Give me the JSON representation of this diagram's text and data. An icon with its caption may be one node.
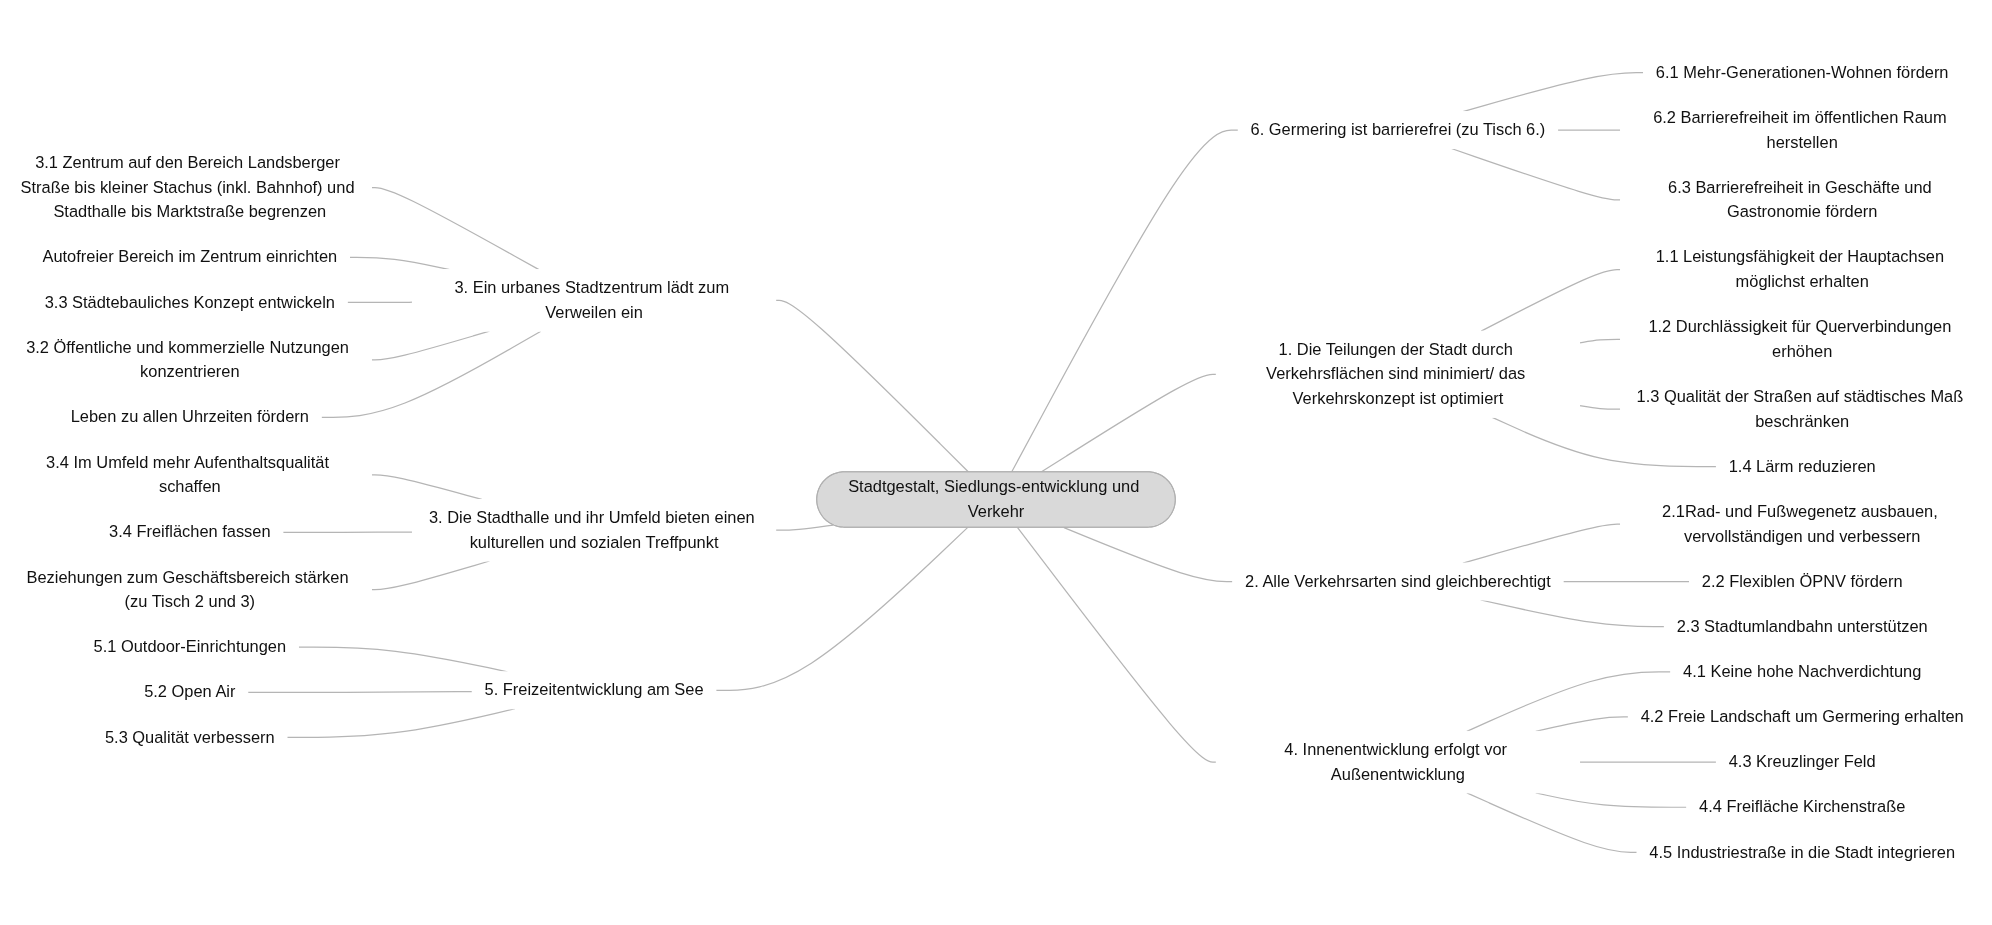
{
  "diagram": {
    "nodes": [
      {
        "text": [
          "Stadtgestalt, Siedlungs-entwicklung und Verkehr"
        ]
      },
      {
        "text": [
          "3. Ein urbanes Stadtzentrum lädt zum Verweilen ein"
        ]
      },
      {
        "text": [
          "3.1 Zentrum auf den Bereich Landsberger Straße bis kleiner Stachus (inkl. Bahnhof) und Stadthalle bis Marktstraße begrenzen"
        ]
      },
      {
        "text": [
          "Autofreier Bereich im Zentrum einrichten"
        ]
      },
      {
        "text": [
          "3.3 Städtebauliches Konzept entwickeln"
        ]
      },
      {
        "text": [
          "3.2 Öffentliche und kommerzielle Nutzungen konzentrieren"
        ]
      },
      {
        "text": [
          "Leben zu allen Uhrzeiten fördern"
        ]
      },
      {
        "text": [
          "3. Die Stadthalle und ihr Umfeld bieten einen kulturellen und sozialen Treffpunkt"
        ]
      },
      {
        "text": [
          "3.4 Im Umfeld mehr Aufenthaltsqualität schaffen"
        ]
      },
      {
        "text": [
          "3.4 Freiflächen fassen"
        ]
      },
      {
        "text": [
          "Beziehungen zum Geschäftsbereich stärken (zu Tisch 2 und 3)"
        ]
      },
      {
        "text": [
          "5. Freizeitentwicklung am See"
        ]
      },
      {
        "text": [
          "5.1 Outdoor-Einrichtungen"
        ]
      },
      {
        "text": [
          "5.2 Open Air"
        ]
      },
      {
        "text": [
          "5.3 Qualität verbessern"
        ]
      },
      {
        "text": [
          "6. Germering ist barrierefrei (zu Tisch 6.)"
        ]
      },
      {
        "text": [
          "6.1 Mehr-Generationen-Wohnen fördern"
        ]
      },
      {
        "text": [
          "6.2 Barrierefreiheit im öffentlichen Raum herstellen"
        ]
      },
      {
        "text": [
          "6.3 Barrierefreiheit in Geschäfte und Gastronomie fördern"
        ]
      },
      {
        "text": [
          "1. Die Teilungen der Stadt durch Verkehrsflächen sind minimiert/ das Verkehrskonzept ist optimiert"
        ]
      },
      {
        "text": [
          "1.1 Leistungsfähigkeit der Hauptachsen möglichst erhalten"
        ]
      },
      {
        "text": [
          "1.2 Durchlässigkeit für Querverbindungen erhöhen"
        ]
      },
      {
        "text": [
          "1.3 Qualität der Straßen auf städtisches Maß beschränken"
        ]
      },
      {
        "text": [
          "1.4 Lärm reduzieren"
        ]
      },
      {
        "text": [
          "2. Alle Verkehrsarten sind gleichberechtigt"
        ]
      },
      {
        "text": [
          "2.1Rad- und Fußwegenetz ausbauen, vervollständigen und verbessern"
        ]
      },
      {
        "text": [
          "2.2 Flexiblen ÖPNV fördern"
        ]
      },
      {
        "text": [
          "2.3 Stadtumlandbahn unterstützen"
        ]
      },
      {
        "text": [
          "4. Innenentwicklung erfolgt vor Außenentwicklung"
        ]
      },
      {
        "text": [
          "4.1 Keine hohe Nachverdichtung"
        ]
      },
      {
        "text": [
          "4.2 Freie Landschaft um Germering erhalten"
        ]
      },
      {
        "text": [
          "4.3 Kreuzlinger Feld"
        ]
      },
      {
        "text": [
          "4.4 Freifläche Kirchenstraße"
        ]
      },
      {
        "text": [
          "4.5  Industriestraße in die Stadt integrieren"
        ]
      }
    ],
    "edges": [
      {
        "from": 1,
        "to": 0,
        "arrow": "none"
      },
      {
        "from": 7,
        "to": 0,
        "arrow": "none"
      },
      {
        "from": 11,
        "to": 0,
        "arrow": "none"
      },
      {
        "from": 0,
        "to": 15,
        "arrow": "none"
      },
      {
        "from": 0,
        "to": 19,
        "arrow": "none"
      },
      {
        "from": 0,
        "to": 24,
        "arrow": "none"
      },
      {
        "from": 0,
        "to": 28,
        "arrow": "none"
      },
      {
        "from": 2,
        "to": 1,
        "arrow": "none"
      },
      {
        "from": 3,
        "to": 1,
        "arrow": "none"
      },
      {
        "from": 4,
        "to": 1,
        "arrow": "none"
      },
      {
        "from": 5,
        "to": 1,
        "arrow": "none"
      },
      {
        "from": 6,
        "to": 1,
        "arrow": "none"
      },
      {
        "from": 8,
        "to": 7,
        "arrow": "none"
      },
      {
        "from": 9,
        "to": 7,
        "arrow": "none"
      },
      {
        "from": 10,
        "to": 7,
        "arrow": "none"
      },
      {
        "from": 12,
        "to": 11,
        "arrow": "none"
      },
      {
        "from": 13,
        "to": 11,
        "arrow": "none"
      },
      {
        "from": 14,
        "to": 11,
        "arrow": "none"
      },
      {
        "from": 15,
        "to": 16,
        "arrow": "none"
      },
      {
        "from": 15,
        "to": 17,
        "arrow": "none"
      },
      {
        "from": 15,
        "to": 18,
        "arrow": "none"
      },
      {
        "from": 19,
        "to": 20,
        "arrow": "none"
      },
      {
        "from": 19,
        "to": 21,
        "arrow": "none"
      },
      {
        "from": 19,
        "to": 22,
        "arrow": "none"
      },
      {
        "from": 19,
        "to": 23,
        "arrow": "none"
      },
      {
        "from": 24,
        "to": 25,
        "arrow": "none"
      },
      {
        "from": 24,
        "to": 26,
        "arrow": "none"
      },
      {
        "from": 24,
        "to": 27,
        "arrow": "none"
      },
      {
        "from": 28,
        "to": 29,
        "arrow": "none"
      },
      {
        "from": 28,
        "to": 30,
        "arrow": "none"
      },
      {
        "from": 28,
        "to": 31,
        "arrow": "none"
      },
      {
        "from": 28,
        "to": 32,
        "arrow": "none"
      },
      {
        "from": 28,
        "to": 33,
        "arrow": "none"
      }
    ]
  }
}
